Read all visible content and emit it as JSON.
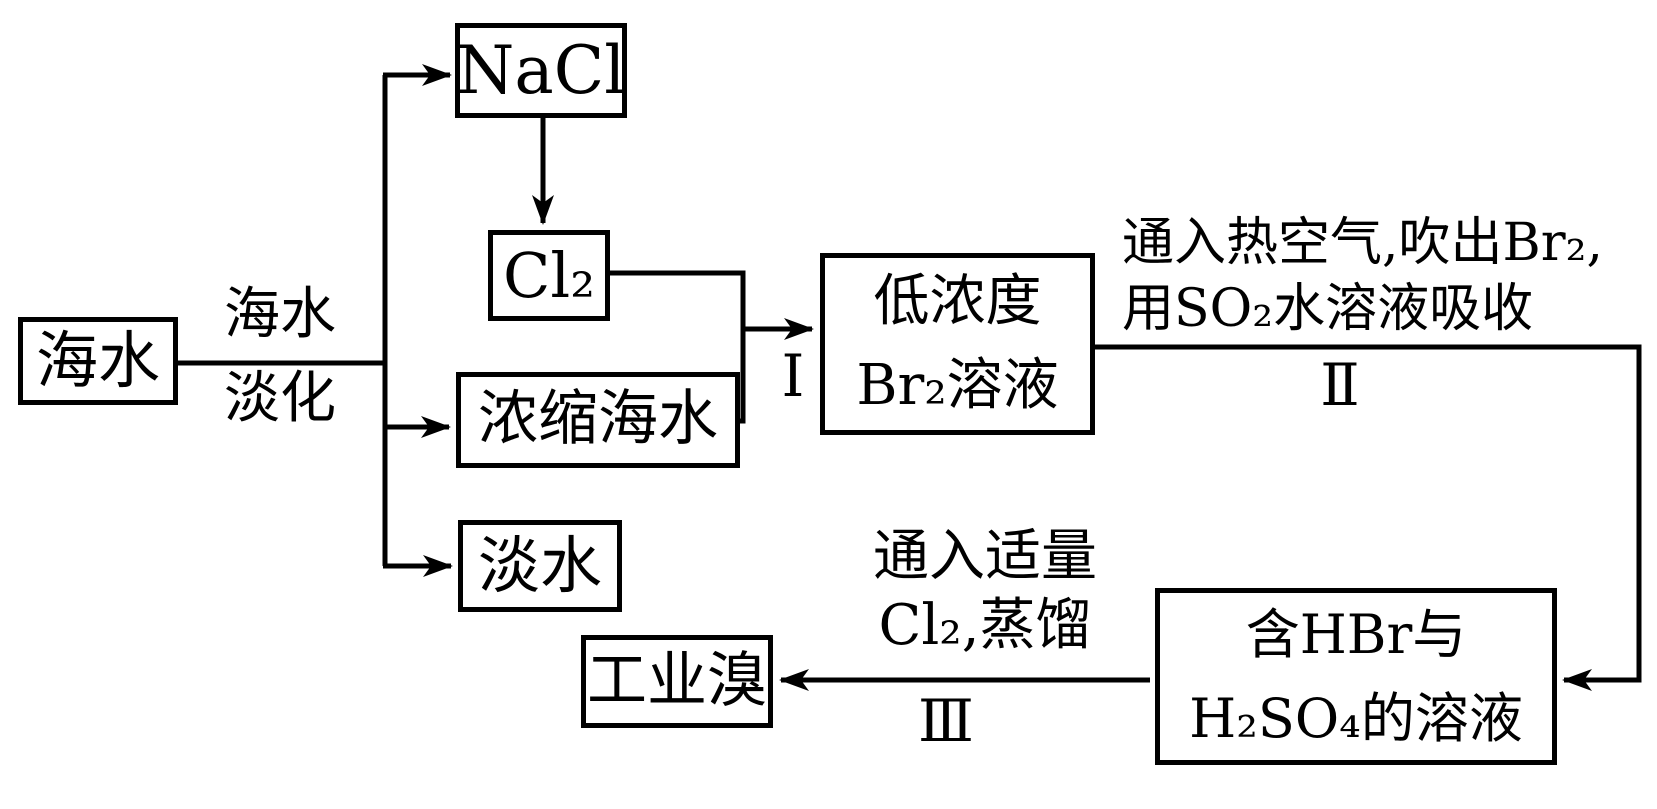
{
  "diagram": {
    "background_color": "#ffffff",
    "line_color": "#000000",
    "nodes": {
      "seawater": {
        "label": "海水"
      },
      "nacl": {
        "label": "NaCl"
      },
      "cl2": {
        "label": "Cl₂"
      },
      "concentrated_seawater": {
        "label": "浓缩海水"
      },
      "fresh_water": {
        "label": "淡水"
      },
      "low_conc_br2": {
        "line1": "低浓度",
        "line2": "Br₂溶液"
      },
      "hbr_h2so4_solution": {
        "line1": "含HBr与",
        "line2": "H₂SO₄的溶液"
      },
      "industrial_bromine": {
        "label": "工业溴"
      }
    },
    "labels": {
      "desalination": {
        "line1": "海水",
        "line2": "淡化"
      },
      "step1": {
        "numeral": "Ⅰ"
      },
      "step2": {
        "line1": "通入热空气,吹出Br₂,",
        "line2": "用SO₂水溶液吸收",
        "numeral": "Ⅱ"
      },
      "step3": {
        "line1": "通入适量",
        "line2": "Cl₂,蒸馏",
        "numeral": "Ⅲ"
      }
    }
  }
}
